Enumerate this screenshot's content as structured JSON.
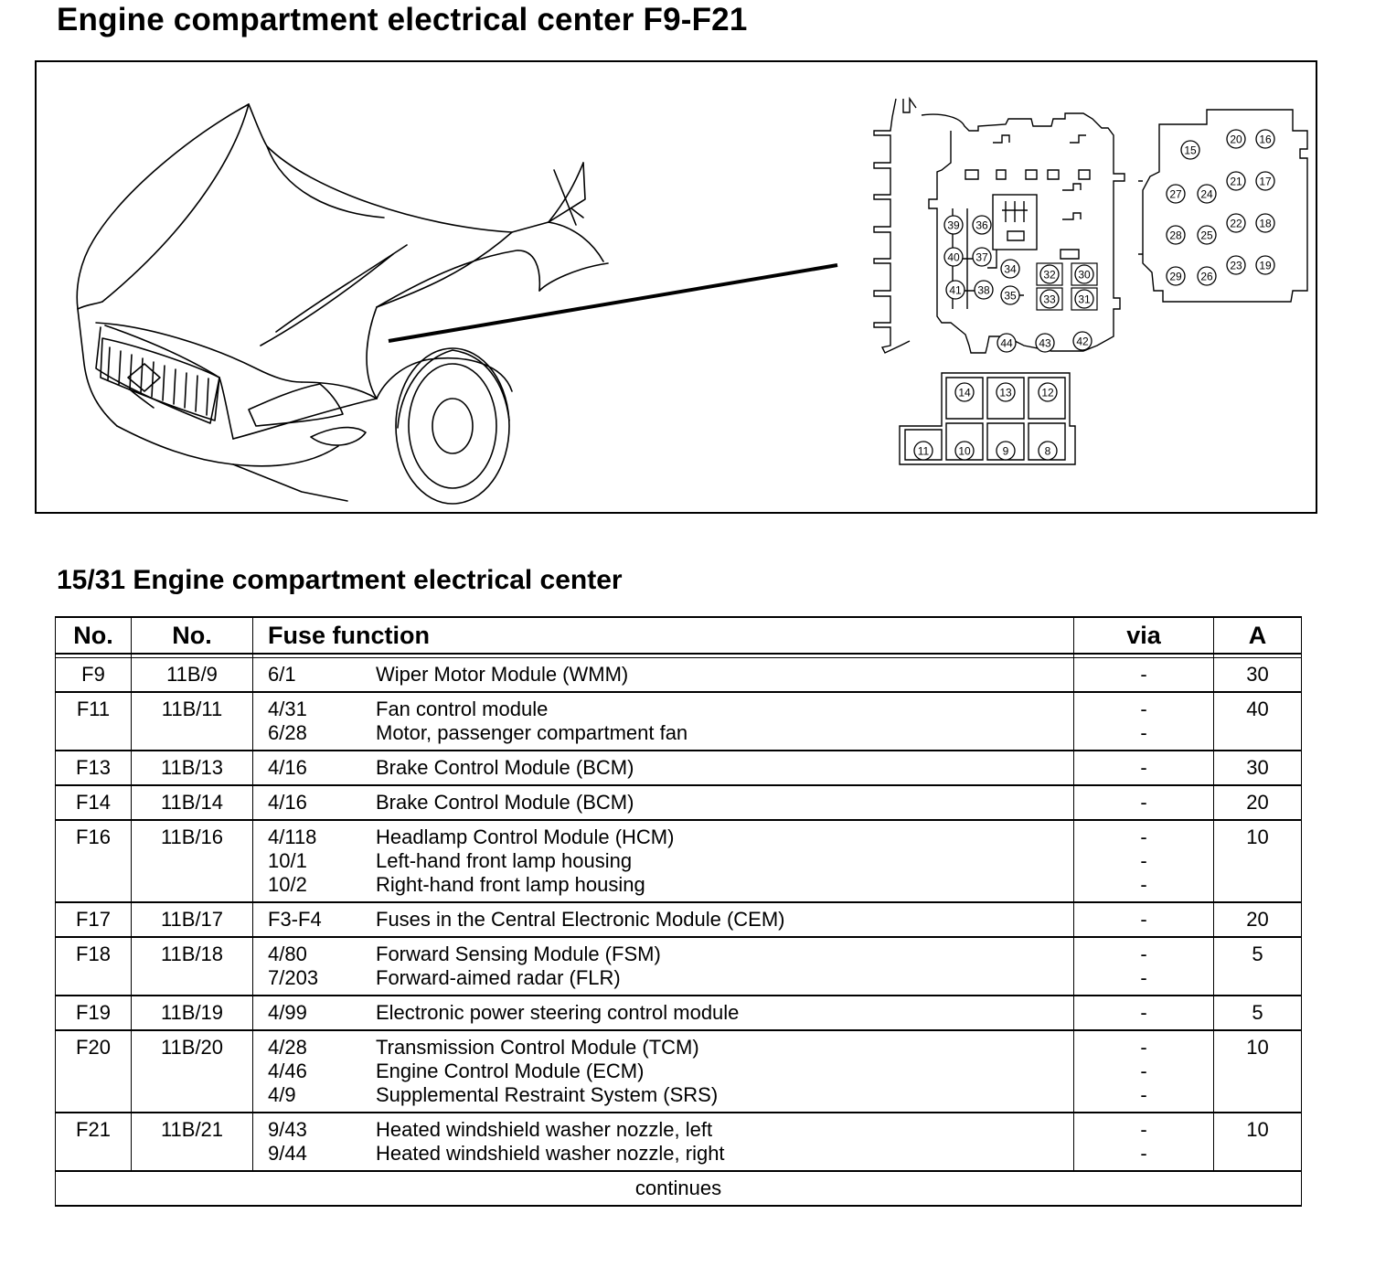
{
  "page_title": "Engine compartment electrical center F9-F21",
  "section_title": "15/31 Engine compartment electrical center",
  "diagram": {
    "relay_numbers": [
      "39",
      "36",
      "40",
      "37",
      "34",
      "32",
      "30",
      "41",
      "38",
      "35",
      "33",
      "31",
      "44",
      "43",
      "42"
    ],
    "fuse_numbers_right": [
      "15",
      "20",
      "16",
      "27",
      "24",
      "21",
      "17",
      "28",
      "25",
      "22",
      "18",
      "29",
      "26",
      "23",
      "19"
    ],
    "fuse_numbers_bottom_top": [
      "14",
      "13",
      "12"
    ],
    "fuse_numbers_bottom_low": [
      "11",
      "10",
      "9",
      "8"
    ]
  },
  "table": {
    "headers": [
      "No.",
      "No.",
      "Fuse function",
      "via",
      "A"
    ],
    "rows": [
      {
        "no": "F9",
        "conn": "11B/9",
        "amp": "30",
        "items": [
          {
            "code": "6/1",
            "desc": "Wiper Motor Module (WMM)",
            "via": "-"
          }
        ]
      },
      {
        "no": "F11",
        "conn": "11B/11",
        "amp": "40",
        "items": [
          {
            "code": "4/31",
            "desc": "Fan control module",
            "via": "-"
          },
          {
            "code": "6/28",
            "desc": "Motor, passenger compartment fan",
            "via": "-"
          }
        ]
      },
      {
        "no": "F13",
        "conn": "11B/13",
        "amp": "30",
        "items": [
          {
            "code": "4/16",
            "desc": "Brake Control Module (BCM)",
            "via": "-"
          }
        ]
      },
      {
        "no": "F14",
        "conn": "11B/14",
        "amp": "20",
        "items": [
          {
            "code": "4/16",
            "desc": "Brake Control Module (BCM)",
            "via": "-"
          }
        ]
      },
      {
        "no": "F16",
        "conn": "11B/16",
        "amp": "10",
        "items": [
          {
            "code": "4/118",
            "desc": "Headlamp Control Module (HCM)",
            "via": "-"
          },
          {
            "code": "10/1",
            "desc": "Left-hand front lamp housing",
            "via": "-"
          },
          {
            "code": "10/2",
            "desc": "Right-hand front lamp housing",
            "via": "-"
          }
        ]
      },
      {
        "no": "F17",
        "conn": "11B/17",
        "amp": "20",
        "items": [
          {
            "code": "F3-F4",
            "desc": "Fuses in the Central Electronic Module (CEM)",
            "via": "-"
          }
        ]
      },
      {
        "no": "F18",
        "conn": "11B/18",
        "amp": "5",
        "items": [
          {
            "code": "4/80",
            "desc": "Forward Sensing Module (FSM)",
            "via": "-"
          },
          {
            "code": "7/203",
            "desc": "Forward-aimed radar (FLR)",
            "via": "-"
          }
        ]
      },
      {
        "no": "F19",
        "conn": "11B/19",
        "amp": "5",
        "items": [
          {
            "code": "4/99",
            "desc": "Electronic power steering control module",
            "via": "-"
          }
        ]
      },
      {
        "no": "F20",
        "conn": "11B/20",
        "amp": "10",
        "items": [
          {
            "code": "4/28",
            "desc": "Transmission Control Module (TCM)",
            "via": "-"
          },
          {
            "code": "4/46",
            "desc": "Engine Control Module (ECM)",
            "via": "-"
          },
          {
            "code": "4/9",
            "desc": "Supplemental Restraint System (SRS)",
            "via": "-"
          }
        ]
      },
      {
        "no": "F21",
        "conn": "11B/21",
        "amp": "10",
        "items": [
          {
            "code": "9/43",
            "desc": "Heated windshield washer nozzle, left",
            "via": "-"
          },
          {
            "code": "9/44",
            "desc": "Heated windshield washer nozzle, right",
            "via": "-"
          }
        ]
      }
    ],
    "footer": "continues"
  }
}
